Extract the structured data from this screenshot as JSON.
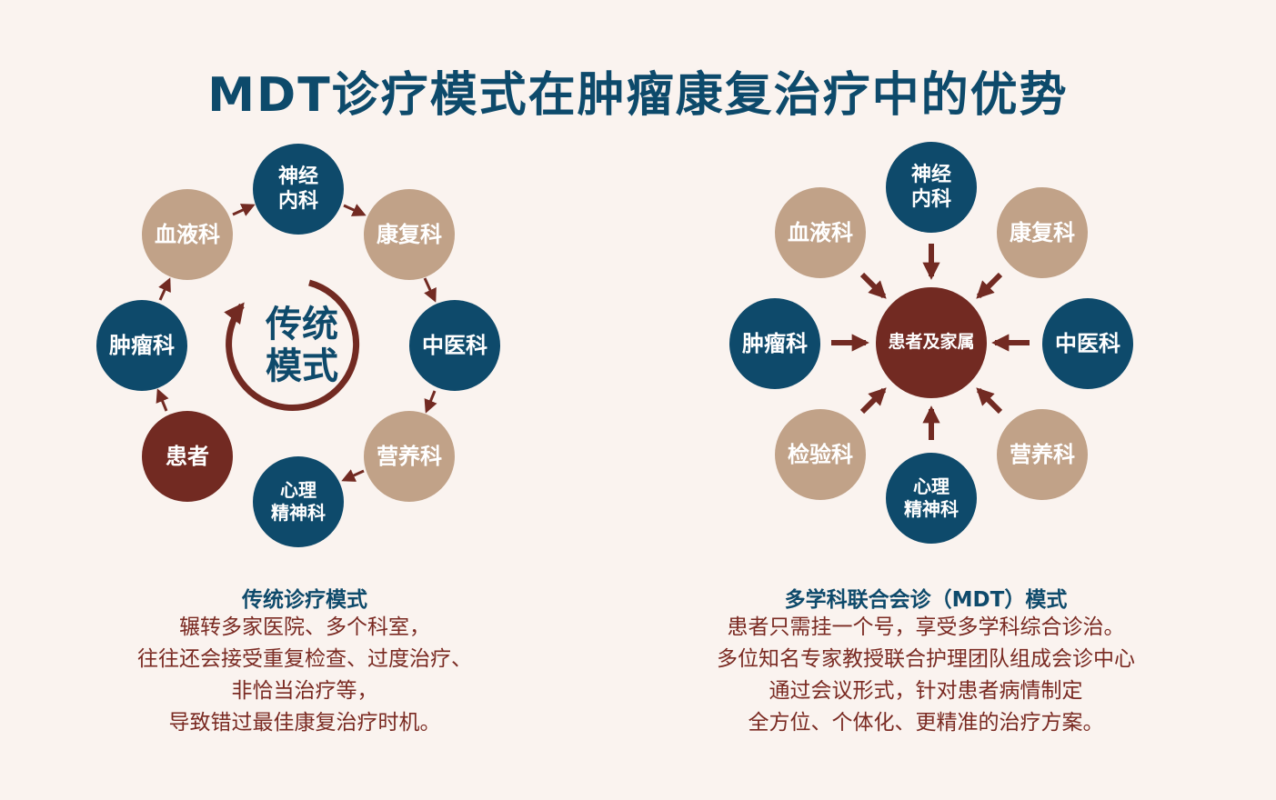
{
  "title": "MDT诊疗模式在肿瘤康复治疗中的优势",
  "left": {
    "center": "传统\n模式",
    "nodes": {
      "neuro": "神经\n内科",
      "rehab": "康复科",
      "tcm": "中医科",
      "nutrition": "营养科",
      "psych": "心理\n精神科",
      "patient": "患者",
      "oncology": "肿瘤科",
      "hematology": "血液科"
    },
    "caption_title": "传统诊疗模式",
    "caption_lines": [
      "辗转多家医院、多个科室，",
      "往往还会接受重复检查、过度治疗、",
      "非恰当治疗等，",
      "导致错过最佳康复治疗时机。"
    ]
  },
  "right": {
    "nodes": {
      "center": "患者及家属",
      "neuro": "神经\n内科",
      "rehab": "康复科",
      "tcm": "中医科",
      "nutrition": "营养科",
      "psych": "心理\n精神科",
      "lab": "检验科",
      "oncology": "肿瘤科",
      "hematology": "血液科"
    },
    "caption_title": "多学科联合会诊（MDT）模式",
    "caption_lines": [
      "患者只需挂一个号，享受多学科综合诊治。",
      "多位知名专家教授联合护理团队组成会诊中心",
      "通过会议形式，针对患者病情制定",
      "全方位、个体化、更精准的治疗方案。"
    ]
  },
  "colors": {
    "background": "#faf3ef",
    "title": "#0d4a6b",
    "blue": "#0e4a6b",
    "tan": "#c1a288",
    "maroon": "#722a22",
    "arrow": "#722a22"
  }
}
